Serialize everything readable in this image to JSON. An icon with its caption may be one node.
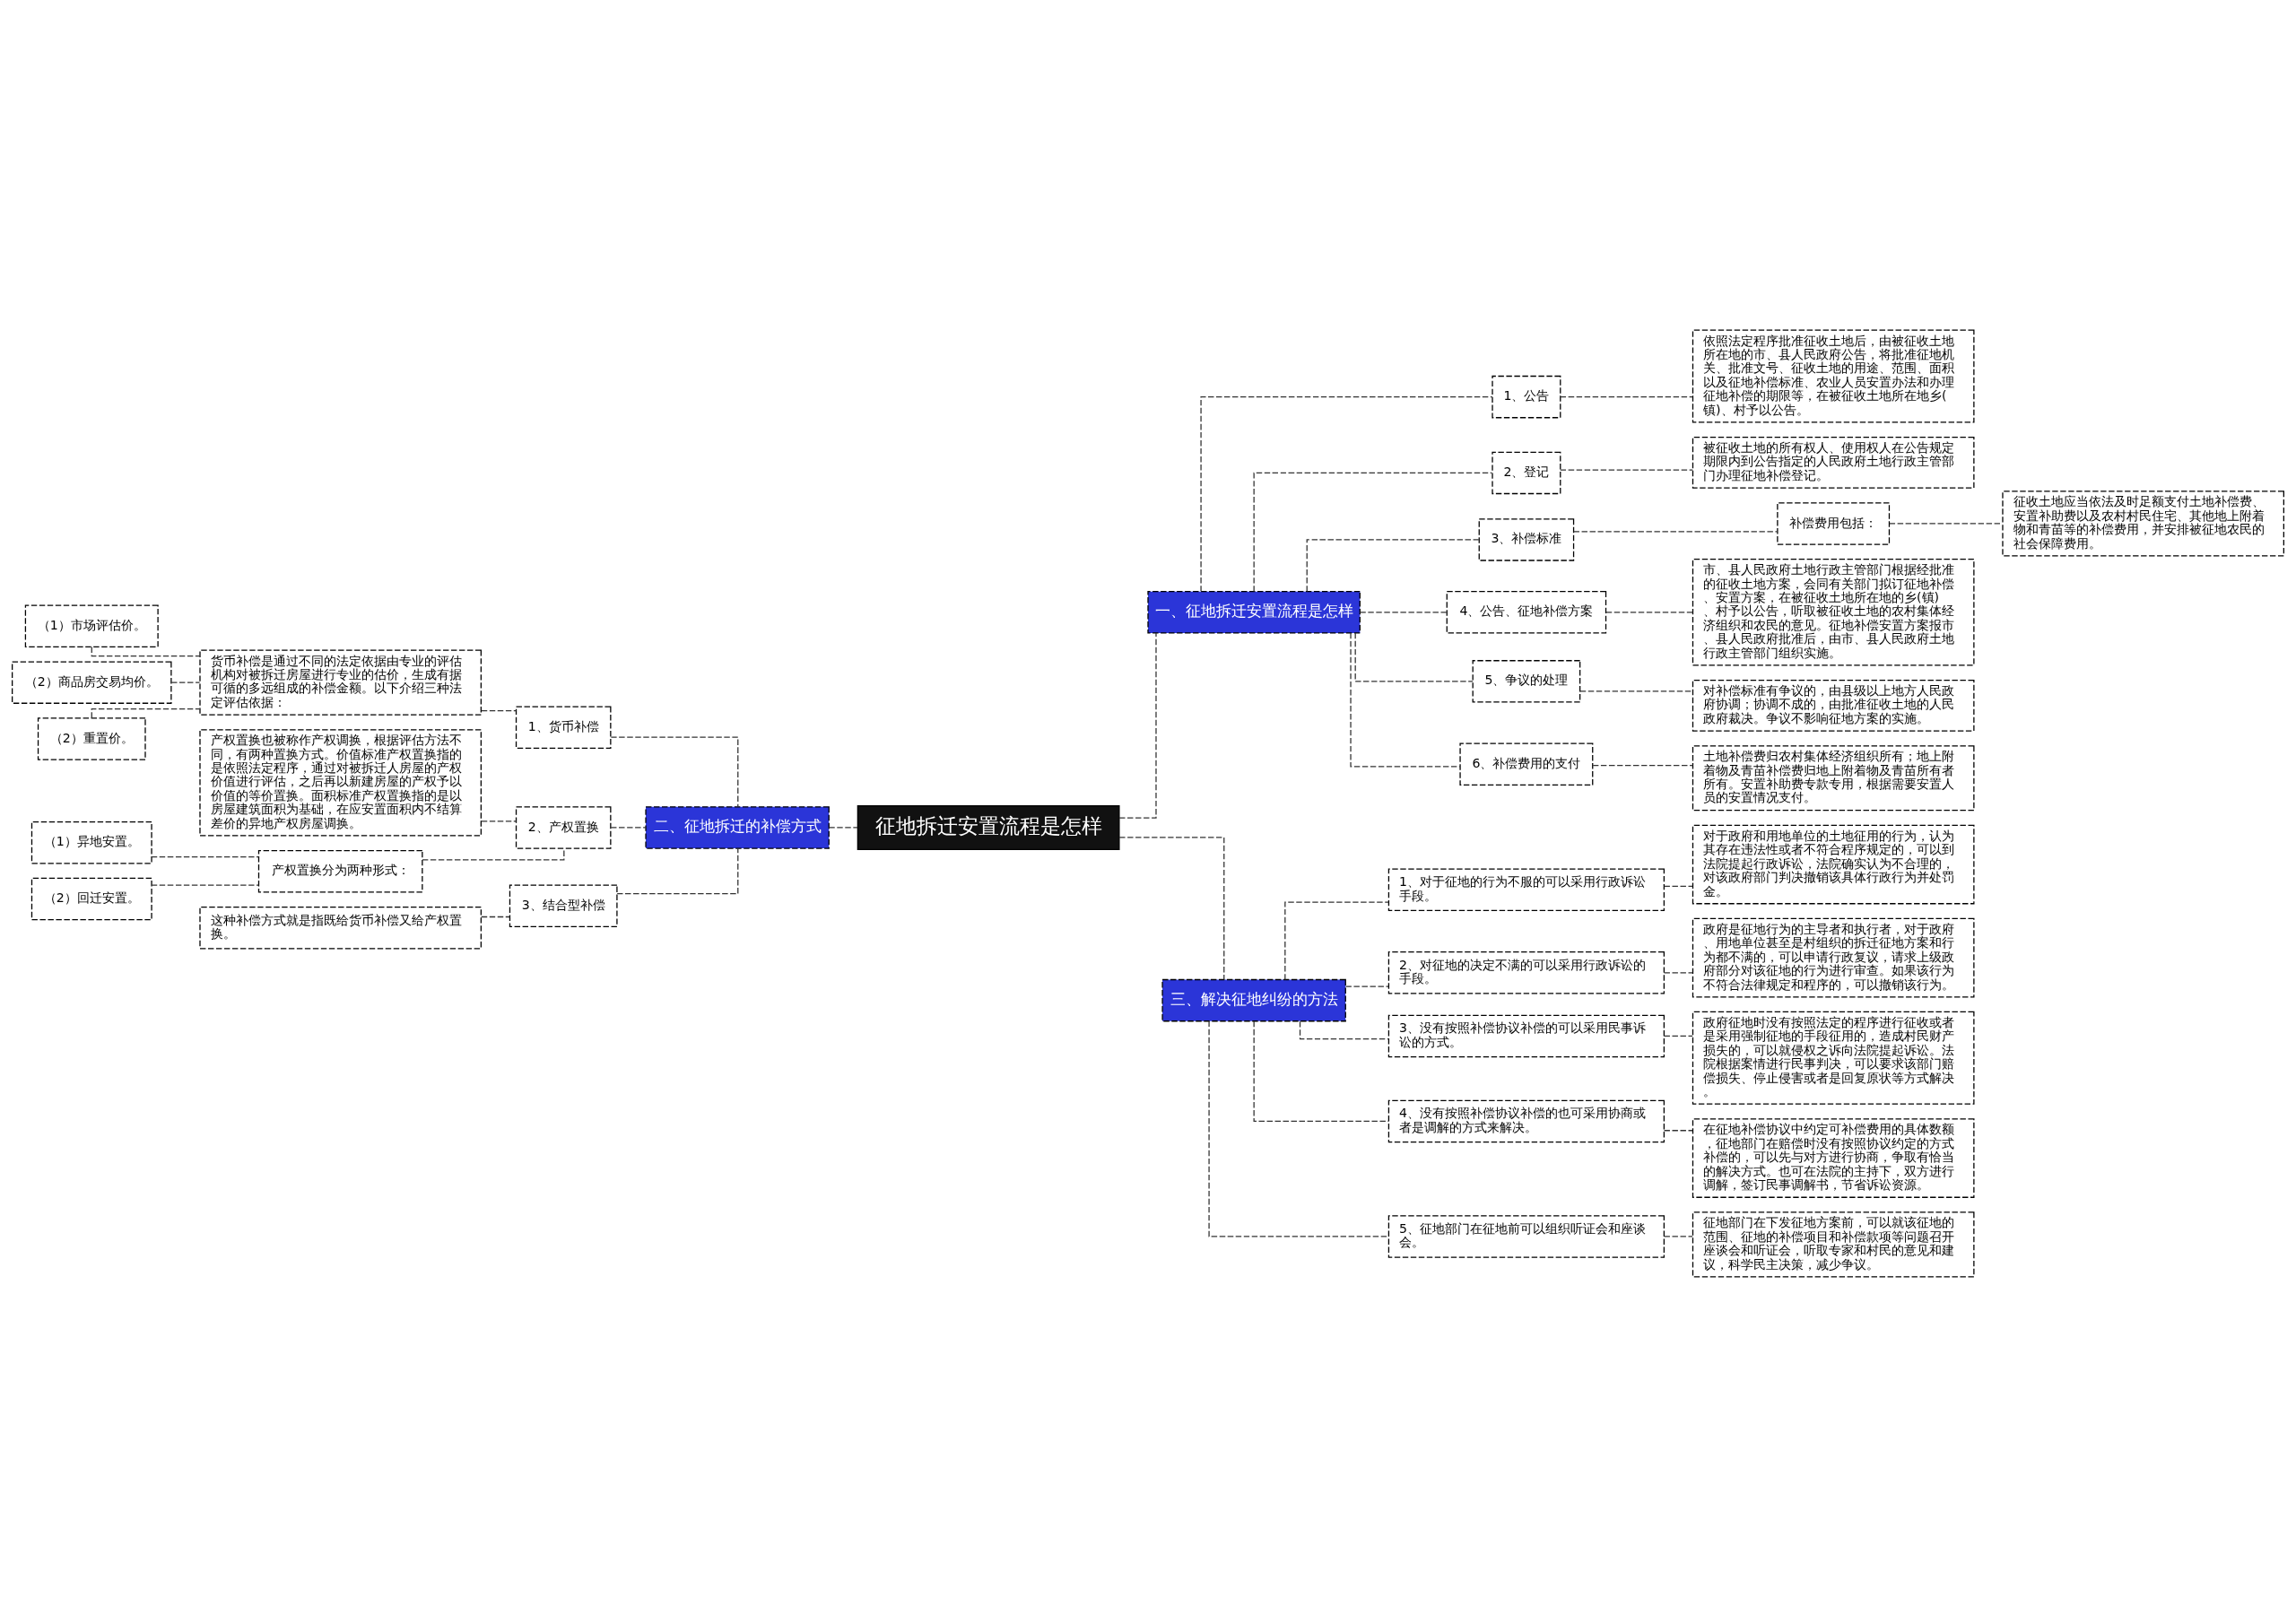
{
  "diagram": {
    "nodes": [
      {
        "text": [
          "征地拆迁安置流程是怎样"
        ]
      },
      {
        "text": [
          "一、征地拆迁安置流程是怎样"
        ]
      },
      {
        "text": [
          "1、公告"
        ]
      },
      {
        "text": [
          "依照法定程序批准征收土地后，由被征收土地所在地的市、县人民政府公告，将批准征地机关、批准文号、征收土地的用途、范围、面积以及征地补偿标准、农业人员安置办法和办理征地补偿的期限等，在被征收土地所在地乡(镇)、村予以公告。"
        ]
      },
      {
        "text": [
          "2、登记"
        ]
      },
      {
        "text": [
          "被征收土地的所有权人、使用权人在公告规定期限内到公告指定的人民政府土地行政主管部门办理征地补偿登记。"
        ]
      },
      {
        "text": [
          "3、补偿标准"
        ]
      },
      {
        "text": [
          "补偿费用包括："
        ]
      },
      {
        "text": [
          "征收土地应当依法及时足额支付土地补偿费、安置补助费以及农村村民住宅、其他地上附着物和青苗等的补偿费用，并安排被征地农民的社会保障费用。"
        ]
      },
      {
        "text": [
          "4、公告、征地补偿方案"
        ]
      },
      {
        "text": [
          "市、县人民政府土地行政主管部门根据经批准的征收土地方案，会同有关部门拟订征地补偿、安置方案，在被征收土地所在地的乡(镇)、村予以公告，听取被征收土地的农村集体经济组织和农民的意见。征地补偿安置方案报市、县人民政府批准后，由市、县人民政府土地行政主管部门组织实施。"
        ]
      },
      {
        "text": [
          "5、争议的处理"
        ]
      },
      {
        "text": [
          "对补偿标准有争议的，由县级以上地方人民政府协调；协调不成的，由批准征收土地的人民政府裁决。争议不影响征地方案的实施。"
        ]
      },
      {
        "text": [
          "6、补偿费用的支付"
        ]
      },
      {
        "text": [
          "土地补偿费归农村集体经济组织所有；地上附着物及青苗补偿费归地上附着物及青苗所有者所有。安置补助费专款专用，根据需要安置人员的安置情况支付。"
        ]
      },
      {
        "text": [
          "二、征地拆迁的补偿方式"
        ]
      },
      {
        "text": [
          "1、货币补偿"
        ]
      },
      {
        "text": [
          "货币补偿是通过不同的法定依据由专业的评估机构对被拆迁房屋进行专业的估价，生成有据可循的多远组成的补偿金额。以下介绍三种法定评估依据："
        ]
      },
      {
        "text": [
          "（1）市场评估价。"
        ]
      },
      {
        "text": [
          "（2）商品房交易均价。"
        ]
      },
      {
        "text": [
          "（2）重置价。"
        ]
      },
      {
        "text": [
          "2、产权置换"
        ]
      },
      {
        "text": [
          "产权置换也被称作产权调换，根据评估方法不同，有两种置换方式。价值标准产权置换指的是依照法定程序，通过对被拆迁人房屋的产权价值进行评估，之后再以新建房屋的产权予以价值的等价置换。面积标准产权置换指的是以房屋建筑面积为基础，在应安置面积内不结算差价的异地产权房屋调换。"
        ]
      },
      {
        "text": [
          "产权置换分为两种形式："
        ]
      },
      {
        "text": [
          "（1）异地安置。"
        ]
      },
      {
        "text": [
          "（2）回迁安置。"
        ]
      },
      {
        "text": [
          "3、结合型补偿"
        ]
      },
      {
        "text": [
          "这种补偿方式就是指既给货币补偿又给产权置换。"
        ]
      },
      {
        "text": [
          "三、解决征地纠纷的方法"
        ]
      },
      {
        "text": [
          "1、对于征地的行为不服的可以采用行政诉讼手段。"
        ]
      },
      {
        "text": [
          "对于政府和用地单位的土地征用的行为，认为其存在违法性或者不符合程序规定的，可以到法院提起行政诉讼，法院确实认为不合理的，对该政府部门判决撤销该具体行政行为并处罚金。"
        ]
      },
      {
        "text": [
          "2、对征地的决定不满的可以采用行政诉讼的手段。"
        ]
      },
      {
        "text": [
          "政府是征地行为的主导者和执行者，对于政府、用地单位甚至是村组织的拆迁征地方案和行为都不满的，可以申请行政复议，请求上级政府部分对该征地的行为进行审查。如果该行为不符合法律规定和程序的，可以撤销该行为。"
        ]
      },
      {
        "text": [
          "3、没有按照补偿协议补偿的可以采用民事诉讼的方式。"
        ]
      },
      {
        "text": [
          "政府征地时没有按照法定的程序进行征收或者是采用强制征地的手段征用的，造成村民财产损失的，可以就侵权之诉向法院提起诉讼。法院根据案情进行民事判决，可以要求该部门赔偿损失、停止侵害或者是回复原状等方式解决。"
        ]
      },
      {
        "text": [
          "4、没有按照补偿协议补偿的也可采用协商或者是调解的方式来解决。"
        ]
      },
      {
        "text": [
          "在征地补偿协议中约定可补偿费用的具体数额，征地部门在赔偿时没有按照协议约定的方式补偿的，可以先与对方进行协商，争取有恰当的解决方式。也可在法院的主持下，双方进行调解，签订民事调解书，节省诉讼资源。"
        ]
      },
      {
        "text": [
          "5、征地部门在征地前可以组织听证会和座谈会。"
        ]
      },
      {
        "text": [
          "征地部门在下发征地方案前，可以就该征地的范围、征地的补偿项目和补偿款项等问题召开座谈会和听证会，听取专家和村民的意见和建议，科学民主决策，减少争议。"
        ]
      }
    ],
    "edges": [
      {
        "from": 0,
        "to": 1,
        "arrow": "none",
        "style": "dashed"
      },
      {
        "from": 1,
        "to": 2,
        "arrow": "none",
        "style": "dashed"
      },
      {
        "from": 2,
        "to": 3,
        "arrow": "none",
        "style": "dashed"
      },
      {
        "from": 1,
        "to": 4,
        "arrow": "none",
        "style": "dashed"
      },
      {
        "from": 4,
        "to": 5,
        "arrow": "none",
        "style": "dashed"
      },
      {
        "from": 1,
        "to": 6,
        "arrow": "none",
        "style": "dashed"
      },
      {
        "from": 6,
        "to": 7,
        "arrow": "none",
        "style": "dashed"
      },
      {
        "from": 7,
        "to": 8,
        "arrow": "none",
        "style": "dashed"
      },
      {
        "from": 1,
        "to": 9,
        "arrow": "none",
        "style": "dashed"
      },
      {
        "from": 9,
        "to": 10,
        "arrow": "none",
        "style": "dashed"
      },
      {
        "from": 1,
        "to": 11,
        "arrow": "none",
        "style": "dashed"
      },
      {
        "from": 11,
        "to": 12,
        "arrow": "none",
        "style": "dashed"
      },
      {
        "from": 1,
        "to": 13,
        "arrow": "none",
        "style": "dashed"
      },
      {
        "from": 13,
        "to": 14,
        "arrow": "none",
        "style": "dashed"
      },
      {
        "from": 0,
        "to": 15,
        "arrow": "none",
        "style": "dashed"
      },
      {
        "from": 15,
        "to": 16,
        "arrow": "none",
        "style": "dashed"
      },
      {
        "from": 16,
        "to": 17,
        "arrow": "none",
        "style": "dashed"
      },
      {
        "from": 17,
        "to": 18,
        "arrow": "none",
        "style": "dashed"
      },
      {
        "from": 17,
        "to": 19,
        "arrow": "none",
        "style": "dashed"
      },
      {
        "from": 17,
        "to": 20,
        "arrow": "none",
        "style": "dashed"
      },
      {
        "from": 15,
        "to": 21,
        "arrow": "none",
        "style": "dashed"
      },
      {
        "from": 21,
        "to": 22,
        "arrow": "none",
        "style": "dashed"
      },
      {
        "from": 21,
        "to": 23,
        "arrow": "none",
        "style": "dashed"
      },
      {
        "from": 23,
        "to": 24,
        "arrow": "none",
        "style": "dashed"
      },
      {
        "from": 23,
        "to": 25,
        "arrow": "none",
        "style": "dashed"
      },
      {
        "from": 15,
        "to": 26,
        "arrow": "none",
        "style": "dashed"
      },
      {
        "from": 26,
        "to": 27,
        "arrow": "none",
        "style": "dashed"
      },
      {
        "from": 0,
        "to": 28,
        "arrow": "none",
        "style": "dashed"
      },
      {
        "from": 28,
        "to": 29,
        "arrow": "none",
        "style": "dashed"
      },
      {
        "from": 29,
        "to": 30,
        "arrow": "none",
        "style": "dashed"
      },
      {
        "from": 28,
        "to": 31,
        "arrow": "none",
        "style": "dashed"
      },
      {
        "from": 31,
        "to": 32,
        "arrow": "none",
        "style": "dashed"
      },
      {
        "from": 28,
        "to": 33,
        "arrow": "none",
        "style": "dashed"
      },
      {
        "from": 33,
        "to": 34,
        "arrow": "none",
        "style": "dashed"
      },
      {
        "from": 28,
        "to": 35,
        "arrow": "none",
        "style": "dashed"
      },
      {
        "from": 35,
        "to": 36,
        "arrow": "none",
        "style": "dashed"
      },
      {
        "from": 28,
        "to": 37,
        "arrow": "none",
        "style": "dashed"
      },
      {
        "from": 37,
        "to": 38,
        "arrow": "none",
        "style": "dashed"
      }
    ]
  }
}
